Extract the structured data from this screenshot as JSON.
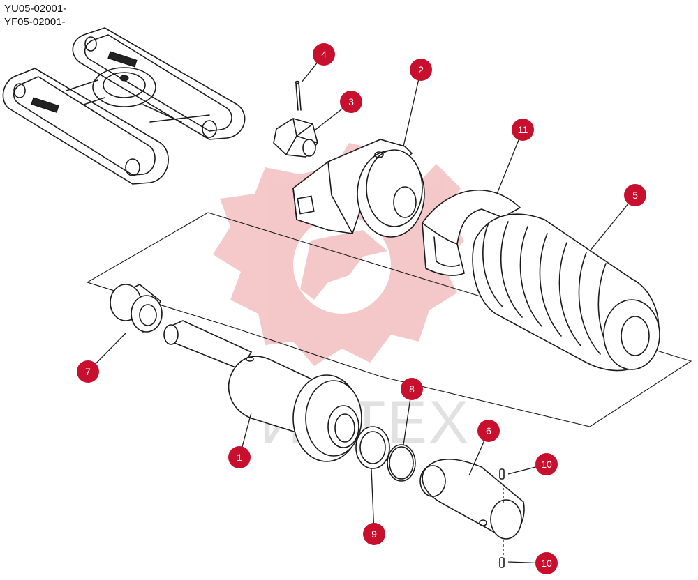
{
  "model_codes": [
    "YU05-02001-",
    "YF05-02001-"
  ],
  "watermark": "ИНТЕХ",
  "colors": {
    "callout": "#c8102e",
    "watermark_logo": "#e8a0a0"
  },
  "callouts": [
    {
      "id": "callout-1",
      "label": "1"
    },
    {
      "id": "callout-2",
      "label": "2"
    },
    {
      "id": "callout-3",
      "label": "3"
    },
    {
      "id": "callout-4",
      "label": "4"
    },
    {
      "id": "callout-5",
      "label": "5"
    },
    {
      "id": "callout-6",
      "label": "6"
    },
    {
      "id": "callout-7",
      "label": "7"
    },
    {
      "id": "callout-8",
      "label": "8"
    },
    {
      "id": "callout-9",
      "label": "9"
    },
    {
      "id": "callout-10a",
      "label": "10"
    },
    {
      "id": "callout-10b",
      "label": "10"
    },
    {
      "id": "callout-11",
      "label": "11"
    }
  ]
}
